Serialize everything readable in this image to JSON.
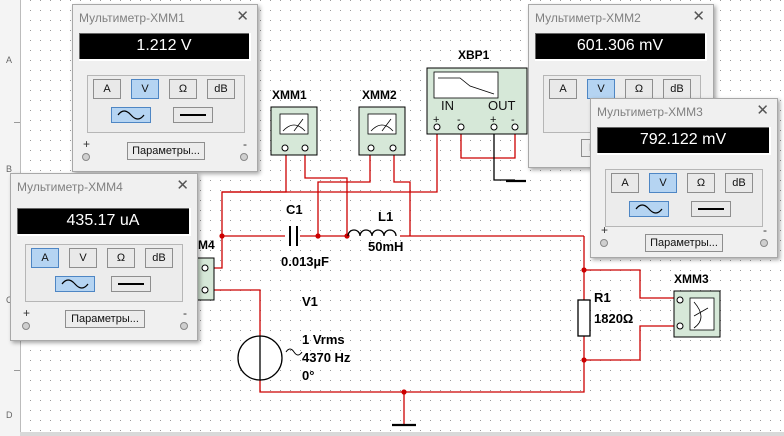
{
  "ruler": {
    "rows": [
      "A",
      "B",
      "C",
      "D"
    ]
  },
  "circuit": {
    "c1": {
      "name": "C1",
      "value": "0.013µF"
    },
    "l1": {
      "name": "L1",
      "value": "50mH"
    },
    "r1": {
      "name": "R1",
      "value": "1820Ω"
    },
    "v1": {
      "name": "V1",
      "amplitude": "1 Vrms",
      "frequency": "4370 Hz",
      "phase": "0°"
    },
    "xmm1_label": "XMM1",
    "xmm2_label": "XMM2",
    "xmm3_label": "XMM3",
    "xmm4_label_visible": "M4",
    "xbp1": {
      "name": "XBP1",
      "in_label": "IN",
      "out_label": "OUT"
    }
  },
  "multimeters": {
    "xmm1": {
      "title": "Мультиметр-XMM1",
      "reading": "1.212 V",
      "mode_selected": "V",
      "wave_selected": "ac"
    },
    "xmm2": {
      "title": "Мультиметр-XMM2",
      "reading": "601.306 mV",
      "mode_selected": "V",
      "wave_selected": "ac"
    },
    "xmm3": {
      "title": "Мультиметр-XMM3",
      "reading": "792.122 mV",
      "mode_selected": "V",
      "wave_selected": "ac"
    },
    "xmm4": {
      "title": "Мультиметр-XMM4",
      "reading": "435.17 uA",
      "mode_selected": "A",
      "wave_selected": "ac"
    }
  },
  "ui": {
    "mode_a": "A",
    "mode_v": "V",
    "mode_ohm": "Ω",
    "mode_db": "dB",
    "params_label": "Параметры...",
    "xmm2_params_partial": "П",
    "close_glyph": "✕",
    "plus": "+",
    "minus": "-"
  },
  "colors": {
    "wire": "#cc0000",
    "wire_black": "#000000",
    "instrument_fill": "#d6e8d8",
    "display_bg": "#000000",
    "active_btn": "#b5d4f2"
  }
}
